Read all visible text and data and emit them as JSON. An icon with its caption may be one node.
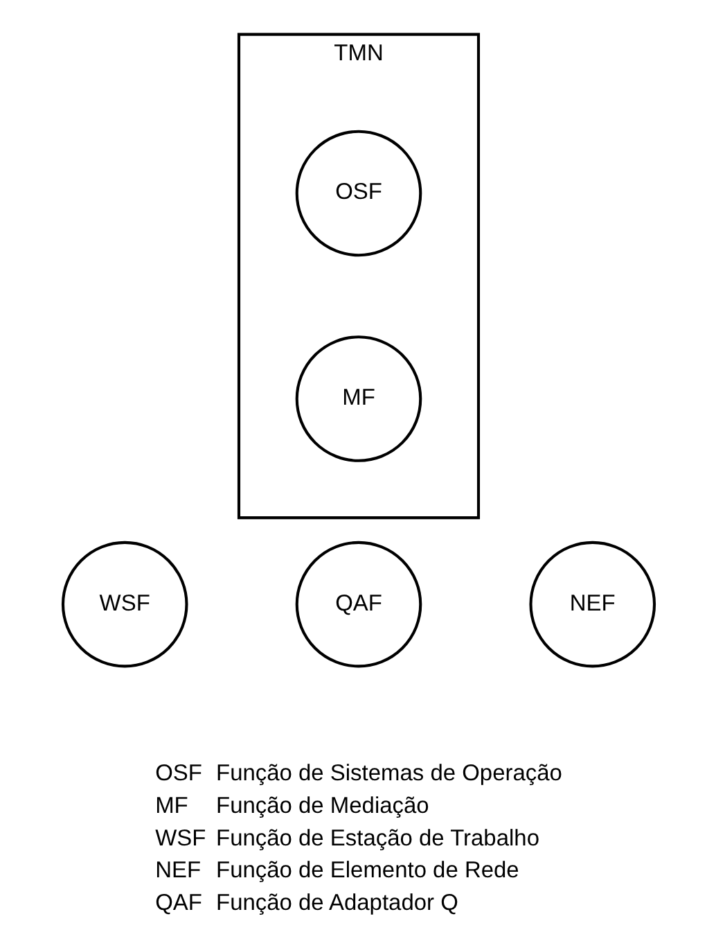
{
  "diagram": {
    "nodes": [
      {
        "text": [
          "TMN"
        ]
      },
      {
        "text": [
          "OSF"
        ],
        "in": 0
      },
      {
        "text": [
          "MF"
        ],
        "in": 0
      },
      {
        "text": [
          "WSF"
        ]
      },
      {
        "text": [
          "QAF"
        ]
      },
      {
        "text": [
          "NEF"
        ]
      }
    ],
    "edges": [],
    "labels": [
      "OSF",
      "Função de Sistemas de Operação",
      "MF",
      "Função de Mediação",
      "WSF",
      "Função de Estação de Trabalho",
      "NEF",
      "Função de Elemento de Rede",
      "QAF",
      "Função de Adaptador Q"
    ]
  }
}
